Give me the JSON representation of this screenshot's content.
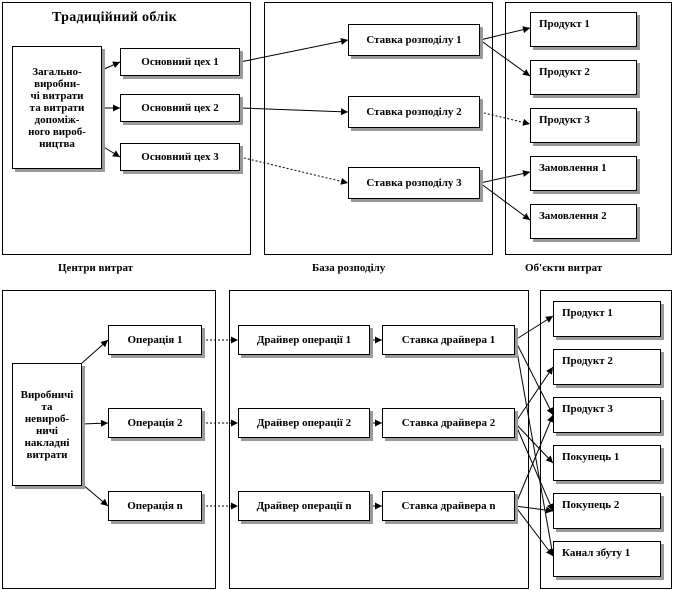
{
  "top": {
    "title": "Традиційний облік",
    "source": "Загально-\nвиробни-\nчі витрати\nта витрати\nдопоміж-\nного вироб-\nництва",
    "shops": [
      "Основний цех 1",
      "Основний цех 2",
      "Основний цех 3"
    ],
    "rates": [
      "Ставка розподілу 1",
      "Ставка розподілу 2",
      "Ставка розподілу 3"
    ],
    "objects": [
      "Продукт 1",
      "Продукт 2",
      "Продукт 3",
      "Замовлення 1",
      "Замовлення 2"
    ],
    "captions": {
      "cost_centers": "Центри витрат",
      "allocation_base": "База розподілу",
      "cost_objects": "Об'єкти витрат"
    }
  },
  "bottom": {
    "source": "Виробничі\nта\nневироб-\nничі\nнакладні\nвитрати",
    "operations": [
      "Операція 1",
      "Операція 2",
      "Операція n"
    ],
    "drivers": [
      "Драйвер операції 1",
      "Драйвер операції 2",
      "Драйвер операції n"
    ],
    "driver_rates": [
      "Ставка драйвера 1",
      "Ставка драйвера 2",
      "Ставка драйвера n"
    ],
    "objects": [
      "Продукт 1",
      "Продукт 2",
      "Продукт 3",
      "Покупець 1",
      "Покупець 2",
      "Канал збуту 1"
    ]
  }
}
